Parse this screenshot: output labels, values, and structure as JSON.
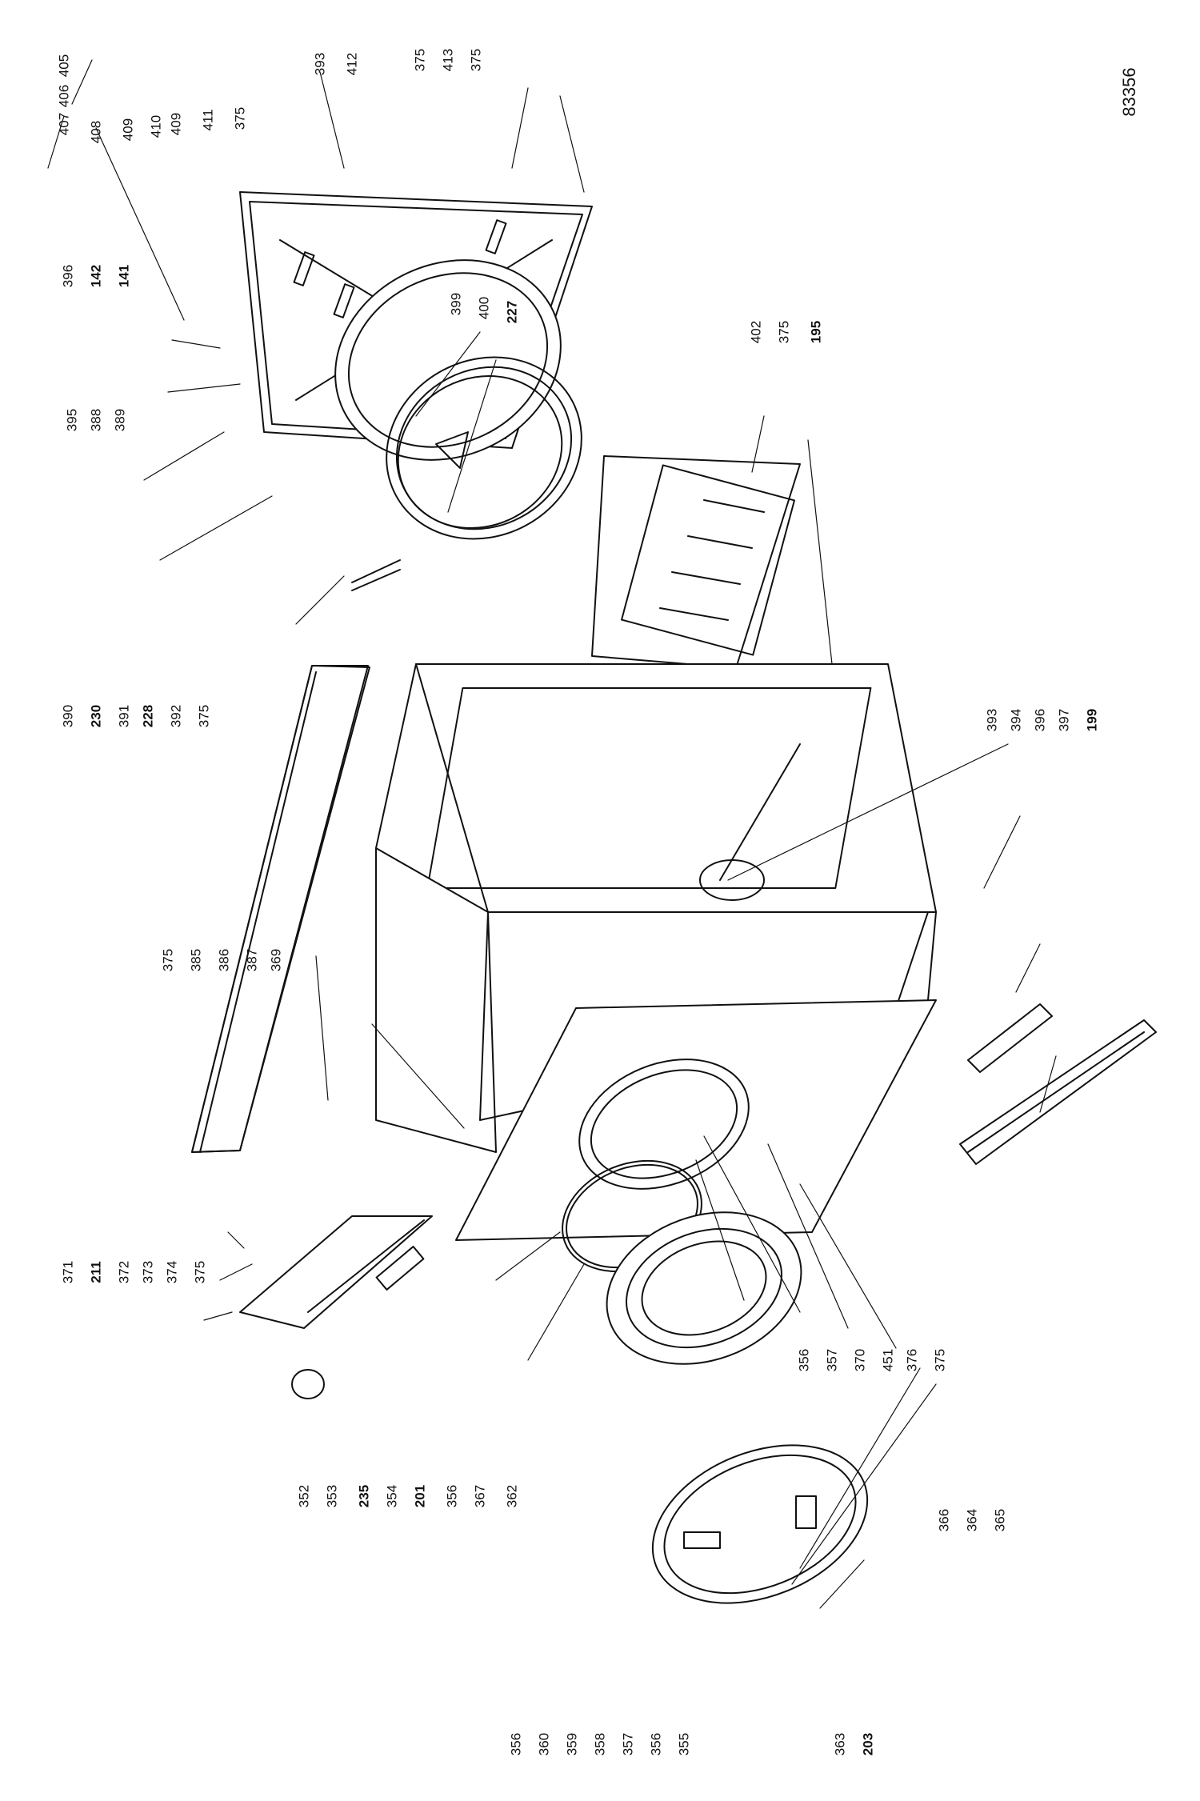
{
  "drawing_id": "83356",
  "callouts": [
    {
      "id": "c405",
      "text": "405",
      "bold": false
    },
    {
      "id": "c406",
      "text": "406",
      "bold": false
    },
    {
      "id": "c407",
      "text": "407",
      "bold": false
    },
    {
      "id": "c408",
      "text": "408",
      "bold": false
    },
    {
      "id": "c409a",
      "text": "409",
      "bold": false
    },
    {
      "id": "c410",
      "text": "410",
      "bold": false
    },
    {
      "id": "c409b",
      "text": "409",
      "bold": false
    },
    {
      "id": "c411",
      "text": "411",
      "bold": false
    },
    {
      "id": "c375a",
      "text": "375",
      "bold": false
    },
    {
      "id": "c393a",
      "text": "393",
      "bold": false
    },
    {
      "id": "c412",
      "text": "412",
      "bold": false
    },
    {
      "id": "c375b",
      "text": "375",
      "bold": false
    },
    {
      "id": "c413",
      "text": "413",
      "bold": false
    },
    {
      "id": "c375c",
      "text": "375",
      "bold": false
    },
    {
      "id": "c396a",
      "text": "396",
      "bold": false
    },
    {
      "id": "c142",
      "text": "142",
      "bold": true
    },
    {
      "id": "c141",
      "text": "141",
      "bold": true
    },
    {
      "id": "c399",
      "text": "399",
      "bold": false
    },
    {
      "id": "c400",
      "text": "400",
      "bold": false
    },
    {
      "id": "c227",
      "text": "227",
      "bold": true
    },
    {
      "id": "c402",
      "text": "402",
      "bold": false
    },
    {
      "id": "c375d",
      "text": "375",
      "bold": false
    },
    {
      "id": "c195",
      "text": "195",
      "bold": true
    },
    {
      "id": "c395",
      "text": "395",
      "bold": false
    },
    {
      "id": "c388",
      "text": "388",
      "bold": false
    },
    {
      "id": "c389",
      "text": "389",
      "bold": false
    },
    {
      "id": "c390",
      "text": "390",
      "bold": false
    },
    {
      "id": "c230",
      "text": "230",
      "bold": true
    },
    {
      "id": "c391",
      "text": "391",
      "bold": false
    },
    {
      "id": "c228",
      "text": "228",
      "bold": true
    },
    {
      "id": "c392",
      "text": "392",
      "bold": false
    },
    {
      "id": "c375e",
      "text": "375",
      "bold": false
    },
    {
      "id": "c393b",
      "text": "393",
      "bold": false
    },
    {
      "id": "c394",
      "text": "394",
      "bold": false
    },
    {
      "id": "c396b",
      "text": "396",
      "bold": false
    },
    {
      "id": "c397",
      "text": "397",
      "bold": false
    },
    {
      "id": "c199",
      "text": "199",
      "bold": true
    },
    {
      "id": "c375f",
      "text": "375",
      "bold": false
    },
    {
      "id": "c385",
      "text": "385",
      "bold": false
    },
    {
      "id": "c386",
      "text": "386",
      "bold": false
    },
    {
      "id": "c387",
      "text": "387",
      "bold": false
    },
    {
      "id": "c369",
      "text": "369",
      "bold": false
    },
    {
      "id": "c371",
      "text": "371",
      "bold": false
    },
    {
      "id": "c211",
      "text": "211",
      "bold": true
    },
    {
      "id": "c372",
      "text": "372",
      "bold": false
    },
    {
      "id": "c373",
      "text": "373",
      "bold": false
    },
    {
      "id": "c374",
      "text": "374",
      "bold": false
    },
    {
      "id": "c375g",
      "text": "375",
      "bold": false
    },
    {
      "id": "c356a",
      "text": "356",
      "bold": false
    },
    {
      "id": "c357a",
      "text": "357",
      "bold": false
    },
    {
      "id": "c370",
      "text": "370",
      "bold": false
    },
    {
      "id": "c451",
      "text": "451",
      "bold": false
    },
    {
      "id": "c376",
      "text": "376",
      "bold": false
    },
    {
      "id": "c375h",
      "text": "375",
      "bold": false
    },
    {
      "id": "c352",
      "text": "352",
      "bold": false
    },
    {
      "id": "c353",
      "text": "353",
      "bold": false
    },
    {
      "id": "c235",
      "text": "235",
      "bold": true
    },
    {
      "id": "c354",
      "text": "354",
      "bold": false
    },
    {
      "id": "c201",
      "text": "201",
      "bold": true
    },
    {
      "id": "c356b",
      "text": "356",
      "bold": false
    },
    {
      "id": "c367",
      "text": "367",
      "bold": false
    },
    {
      "id": "c362",
      "text": "362",
      "bold": false
    },
    {
      "id": "c366",
      "text": "366",
      "bold": false
    },
    {
      "id": "c364",
      "text": "364",
      "bold": false
    },
    {
      "id": "c365",
      "text": "365",
      "bold": false
    },
    {
      "id": "c356c",
      "text": "356",
      "bold": false
    },
    {
      "id": "c360",
      "text": "360",
      "bold": false
    },
    {
      "id": "c359",
      "text": "359",
      "bold": false
    },
    {
      "id": "c358",
      "text": "358",
      "bold": false
    },
    {
      "id": "c357b",
      "text": "357",
      "bold": false
    },
    {
      "id": "c356d",
      "text": "356",
      "bold": false
    },
    {
      "id": "c355",
      "text": "355",
      "bold": false
    },
    {
      "id": "c363",
      "text": "363",
      "bold": false
    },
    {
      "id": "c203",
      "text": "203",
      "bold": true
    }
  ]
}
